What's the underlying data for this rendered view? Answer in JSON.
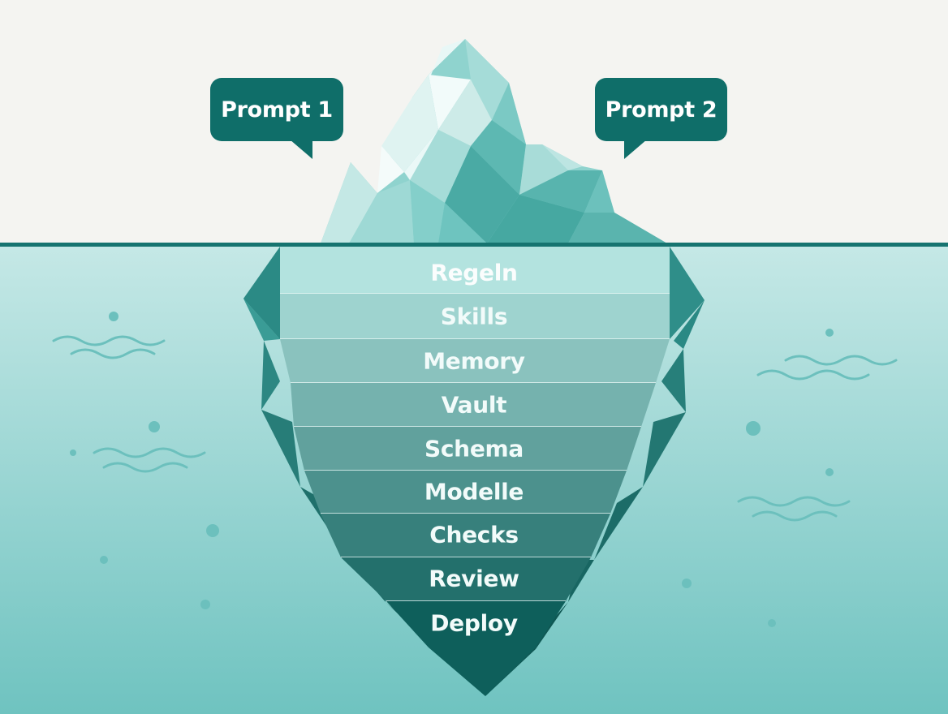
{
  "bubbles": [
    {
      "label": "Prompt 1"
    },
    {
      "label": "Prompt 2"
    }
  ],
  "layers": [
    {
      "label": "Regeln"
    },
    {
      "label": "Skills"
    },
    {
      "label": "Memory"
    },
    {
      "label": "Vault"
    },
    {
      "label": "Schema"
    },
    {
      "label": "Modelle"
    },
    {
      "label": "Checks"
    },
    {
      "label": "Review"
    },
    {
      "label": "Deploy"
    }
  ],
  "colors": {
    "sky": "#f4f4f1",
    "water_top": "#bfe5e3",
    "water_bottom": "#72c4c2",
    "waterline": "#167470",
    "bubble": "#0f6e69",
    "wave": "#6cc0bd",
    "dot": "#7ccac6",
    "layer_top": "#b3e3df",
    "layer_bottom": "#0e5f5b",
    "label_light": "#ffffff",
    "label_dark": "#f2fbfa"
  }
}
